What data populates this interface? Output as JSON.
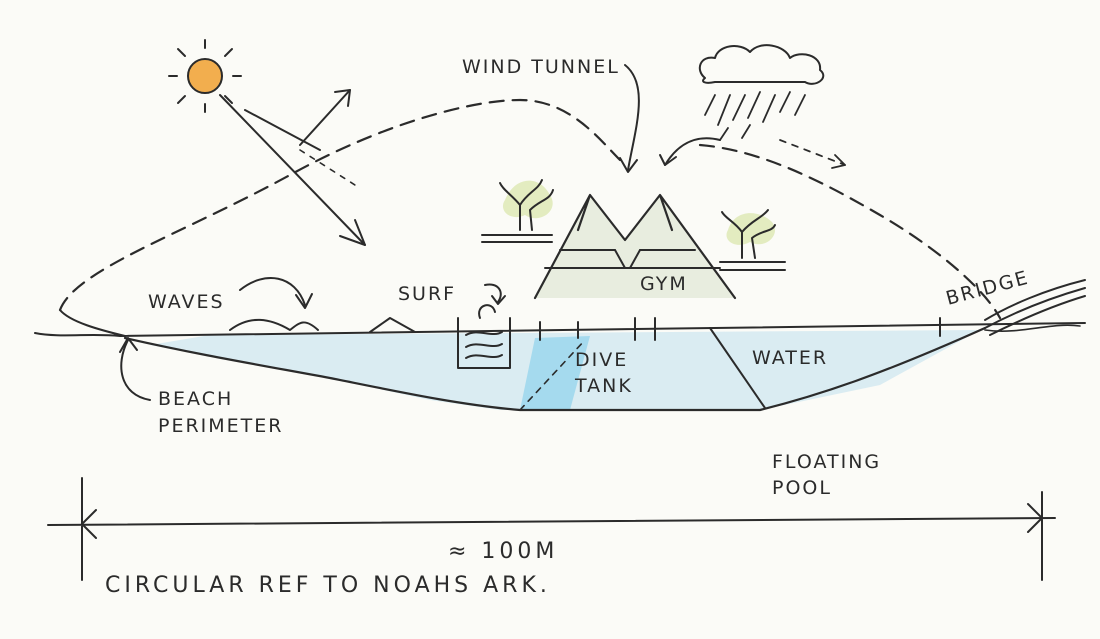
{
  "labels": {
    "wind_tunnel": "WIND TUNNEL",
    "waves": "WAVES",
    "surf": "SURF",
    "gym": "GYM",
    "bridge": "BRIDGE",
    "dive_tank_1": "DIVE",
    "dive_tank_2": "TANK",
    "water": "WATER",
    "beach_1": "BEACH",
    "beach_2": "PERIMETER",
    "floating_1": "FLOATING",
    "floating_2": "POOL",
    "dimension": "≈ 100M",
    "caption": "CIRCULAR REF TO NOAHS ARK."
  },
  "colors": {
    "ink": "#2b2b2b",
    "water_fill": "#bfe0ee",
    "dive_fill": "#8fd3ec",
    "sun": "#f0a030",
    "greenery": "#d8e6a8",
    "pyramid_fill": "#e4ead8"
  },
  "icons": [
    "sun-icon",
    "rain-cloud-icon",
    "tree-icon"
  ]
}
